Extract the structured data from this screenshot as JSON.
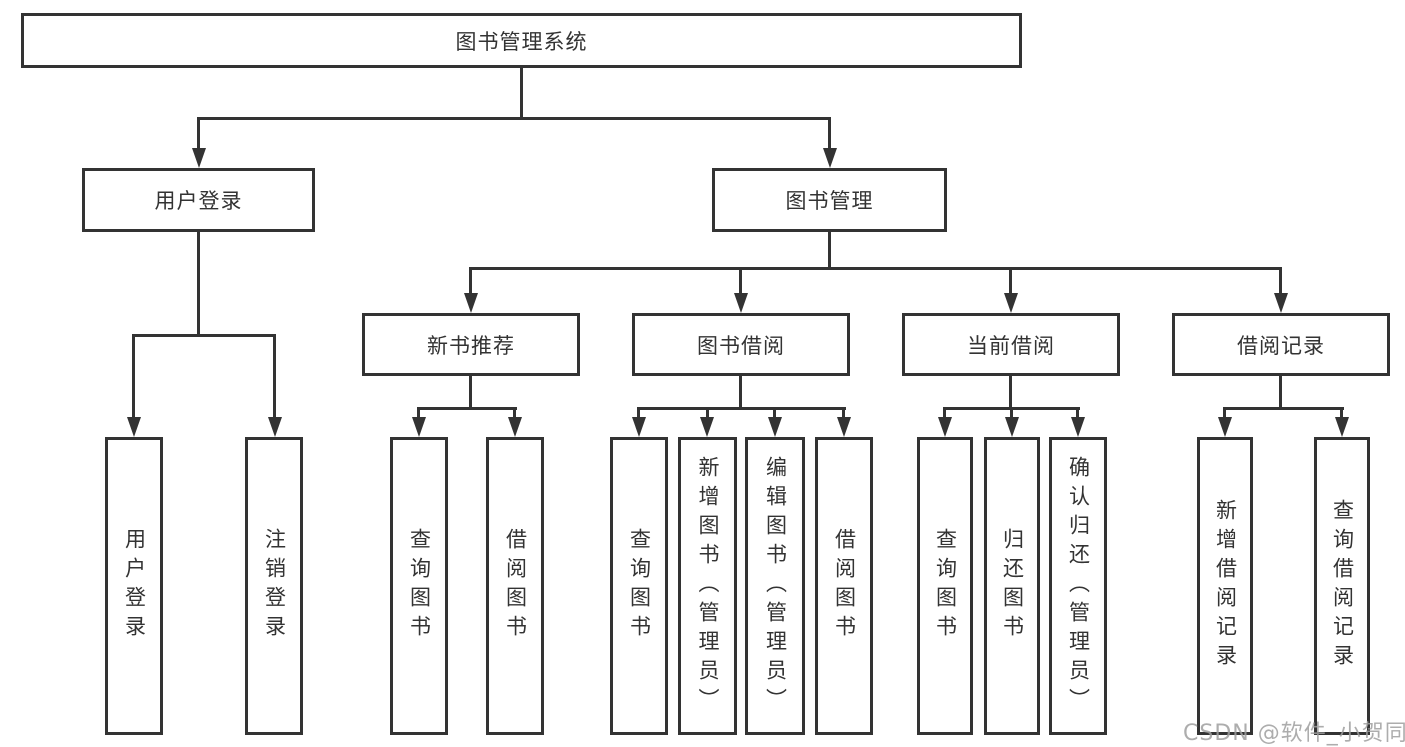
{
  "diagram": {
    "root": {
      "label": "图书管理系统"
    },
    "level2": [
      {
        "label": "用户登录"
      },
      {
        "label": "图书管理"
      }
    ],
    "level3": [
      {
        "label": "新书推荐"
      },
      {
        "label": "图书借阅"
      },
      {
        "label": "当前借阅"
      },
      {
        "label": "借阅记录"
      }
    ],
    "leaves": {
      "user_login": [
        "用户登录",
        "注销登录"
      ],
      "new_books": [
        "查询图书",
        "借阅图书"
      ],
      "book_borrow": [
        "查询图书",
        "新增图书（管理员）",
        "编辑图书（管理员）",
        "借阅图书"
      ],
      "current_borrow": [
        "查询图书",
        "归还图书",
        "确认归还（管理员）"
      ],
      "borrow_records": [
        "新增借阅记录",
        "查询借阅记录"
      ]
    }
  },
  "watermark": {
    "text": "CSDN @软件_小贺同学"
  },
  "colors": {
    "line": "#333333",
    "text": "#333333",
    "watermark": "#9f9f9f",
    "background": "#ffffff"
  }
}
